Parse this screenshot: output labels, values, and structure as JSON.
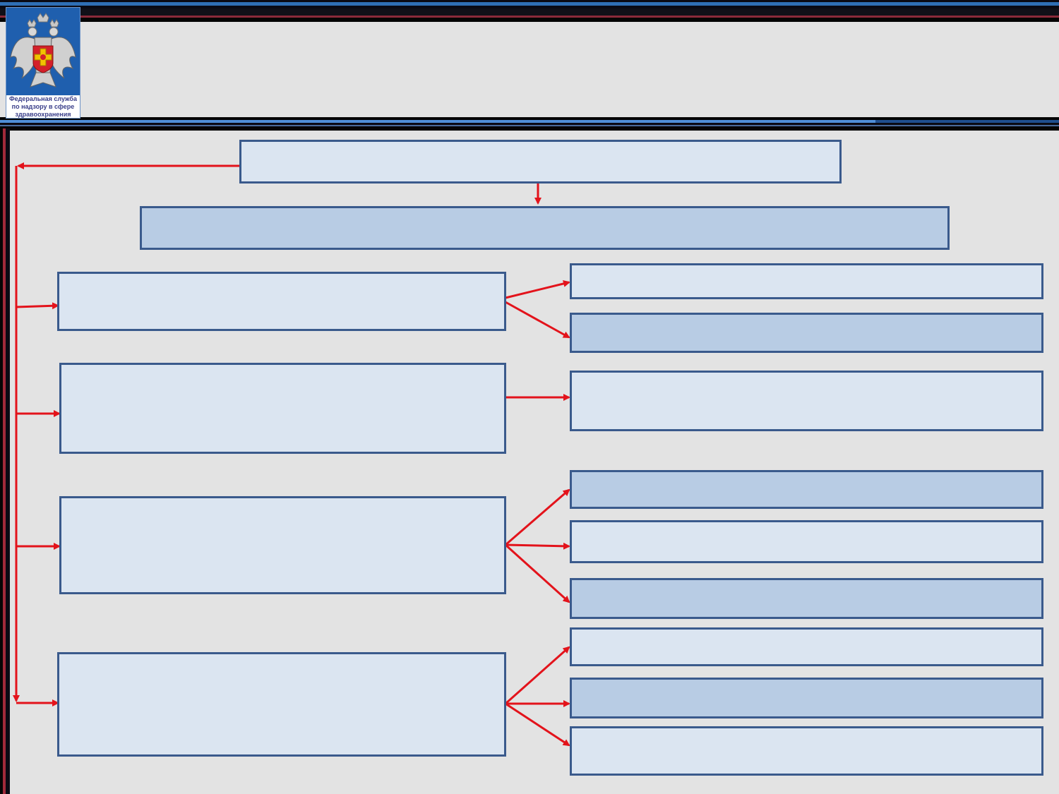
{
  "logo": {
    "caption_lines": [
      "Федеральная служба",
      "по надзору в сфере",
      "здравоохранения"
    ],
    "emblem_icon": "double-headed-eagle-emblem"
  },
  "colors": {
    "background": "#e3e3e3",
    "box_light": "#dbe5f1",
    "box_mid": "#b8cce4",
    "box_border": "#3a5a8c",
    "connector": "#e3131b",
    "header_blue": "#2f6fb5",
    "header_dark": "#0a0a14"
  },
  "diagram": {
    "nodes": [
      {
        "id": "top",
        "text": ""
      },
      {
        "id": "second",
        "text": ""
      },
      {
        "id": "left-1",
        "text": ""
      },
      {
        "id": "left-2",
        "text": ""
      },
      {
        "id": "left-3",
        "text": ""
      },
      {
        "id": "left-4",
        "text": ""
      },
      {
        "id": "right-1a",
        "text": ""
      },
      {
        "id": "right-1b",
        "text": ""
      },
      {
        "id": "right-2a",
        "text": ""
      },
      {
        "id": "right-3a",
        "text": ""
      },
      {
        "id": "right-3b",
        "text": ""
      },
      {
        "id": "right-3c",
        "text": ""
      },
      {
        "id": "right-4a",
        "text": ""
      },
      {
        "id": "right-4b",
        "text": ""
      },
      {
        "id": "right-4c",
        "text": ""
      }
    ],
    "edges": [
      {
        "from": "top",
        "to": "second"
      },
      {
        "from": "top",
        "to": "left-1"
      },
      {
        "from": "top",
        "to": "left-2"
      },
      {
        "from": "top",
        "to": "left-3"
      },
      {
        "from": "top",
        "to": "left-4"
      },
      {
        "from": "left-1",
        "to": "right-1a"
      },
      {
        "from": "left-1",
        "to": "right-1b"
      },
      {
        "from": "left-2",
        "to": "right-2a"
      },
      {
        "from": "left-3",
        "to": "right-3a"
      },
      {
        "from": "left-3",
        "to": "right-3b"
      },
      {
        "from": "left-3",
        "to": "right-3c"
      },
      {
        "from": "left-4",
        "to": "right-4a"
      },
      {
        "from": "left-4",
        "to": "right-4b"
      },
      {
        "from": "left-4",
        "to": "right-4c"
      }
    ]
  }
}
